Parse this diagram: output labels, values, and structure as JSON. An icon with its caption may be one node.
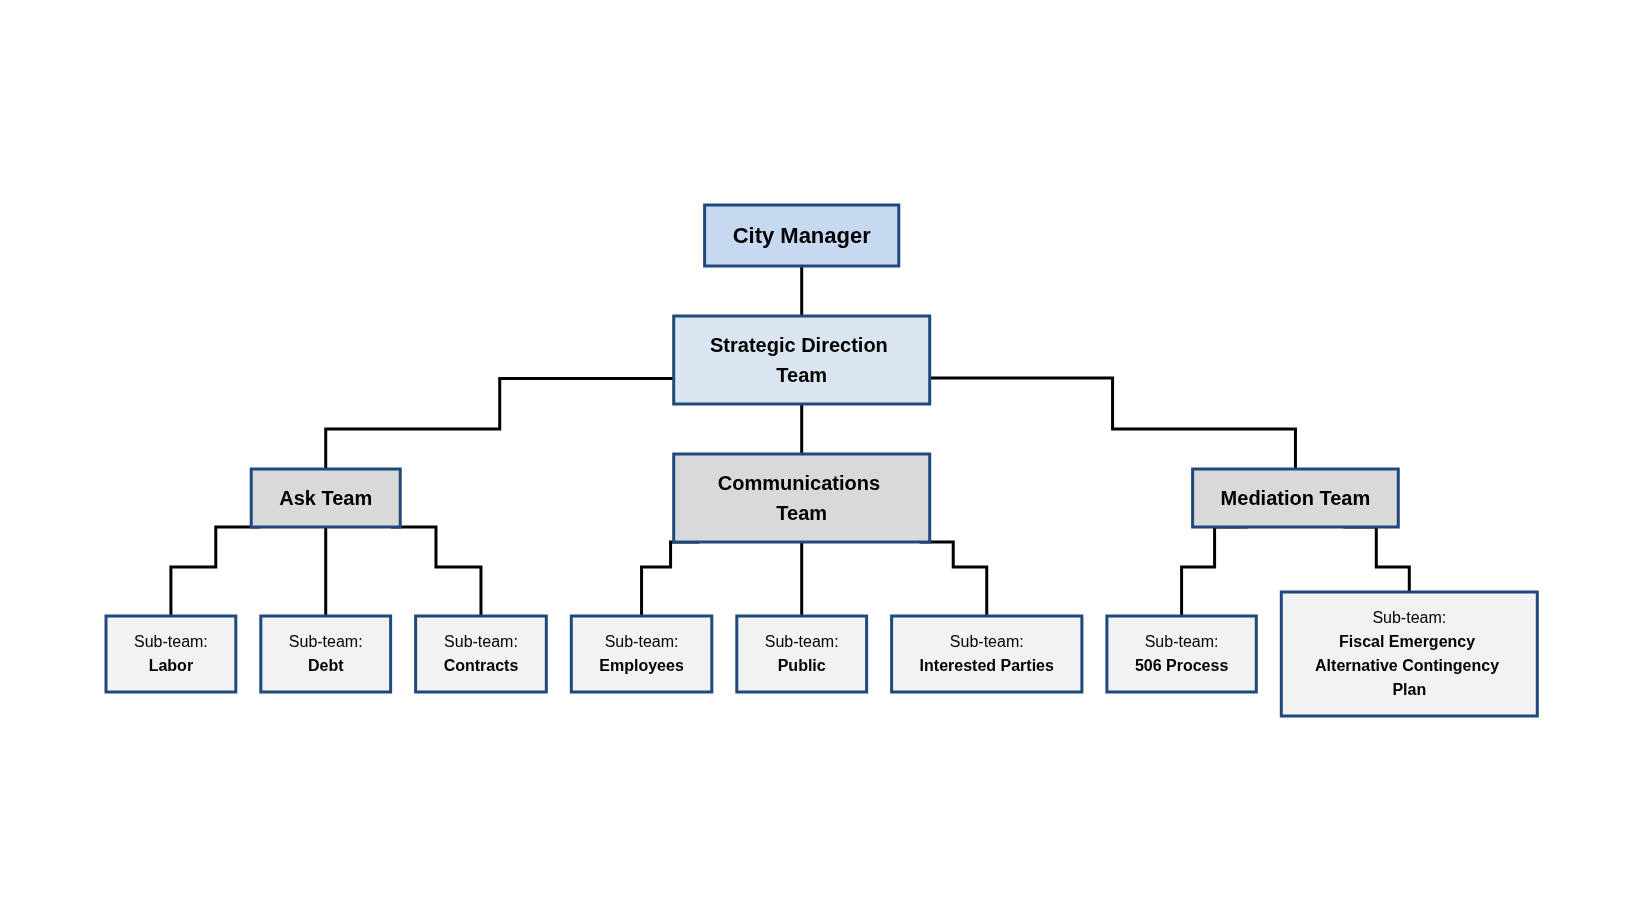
{
  "diagram": {
    "nodes": [
      {
        "text": [
          "City Manager"
        ]
      },
      {
        "text": [
          "Strategic Direction Team"
        ]
      },
      {
        "text": [
          "Ask Team"
        ]
      },
      {
        "text": [
          "Communications Team"
        ]
      },
      {
        "text": [
          "Mediation Team"
        ]
      },
      {
        "text": [
          "Sub-team:",
          "Labor"
        ]
      },
      {
        "text": [
          "Sub-team:",
          "Debt"
        ]
      },
      {
        "text": [
          "Sub-team:",
          "Contracts"
        ]
      },
      {
        "text": [
          "Sub-team:",
          "Employees"
        ]
      },
      {
        "text": [
          "Sub-team:",
          "Public"
        ]
      },
      {
        "text": [
          "Sub-team:",
          "Interested Parties"
        ]
      },
      {
        "text": [
          "Sub-team:",
          "506 Process"
        ]
      },
      {
        "text": [
          "Sub-team:",
          "Fiscal Emergency Alternative Contingency Plan"
        ]
      }
    ],
    "edges": [
      {
        "from": 0,
        "to": 1,
        "arrow": "none"
      },
      {
        "from": 1,
        "to": 2,
        "arrow": "none"
      },
      {
        "from": 1,
        "to": 3,
        "arrow": "none"
      },
      {
        "from": 1,
        "to": 4,
        "arrow": "none"
      },
      {
        "from": 2,
        "to": 5,
        "arrow": "none"
      },
      {
        "from": 2,
        "to": 6,
        "arrow": "none"
      },
      {
        "from": 2,
        "to": 7,
        "arrow": "none"
      },
      {
        "from": 3,
        "to": 8,
        "arrow": "none"
      },
      {
        "from": 3,
        "to": 9,
        "arrow": "none"
      },
      {
        "from": 3,
        "to": 10,
        "arrow": "none"
      },
      {
        "from": 4,
        "to": 11,
        "arrow": "none"
      },
      {
        "from": 4,
        "to": 12,
        "arrow": "none"
      }
    ]
  }
}
